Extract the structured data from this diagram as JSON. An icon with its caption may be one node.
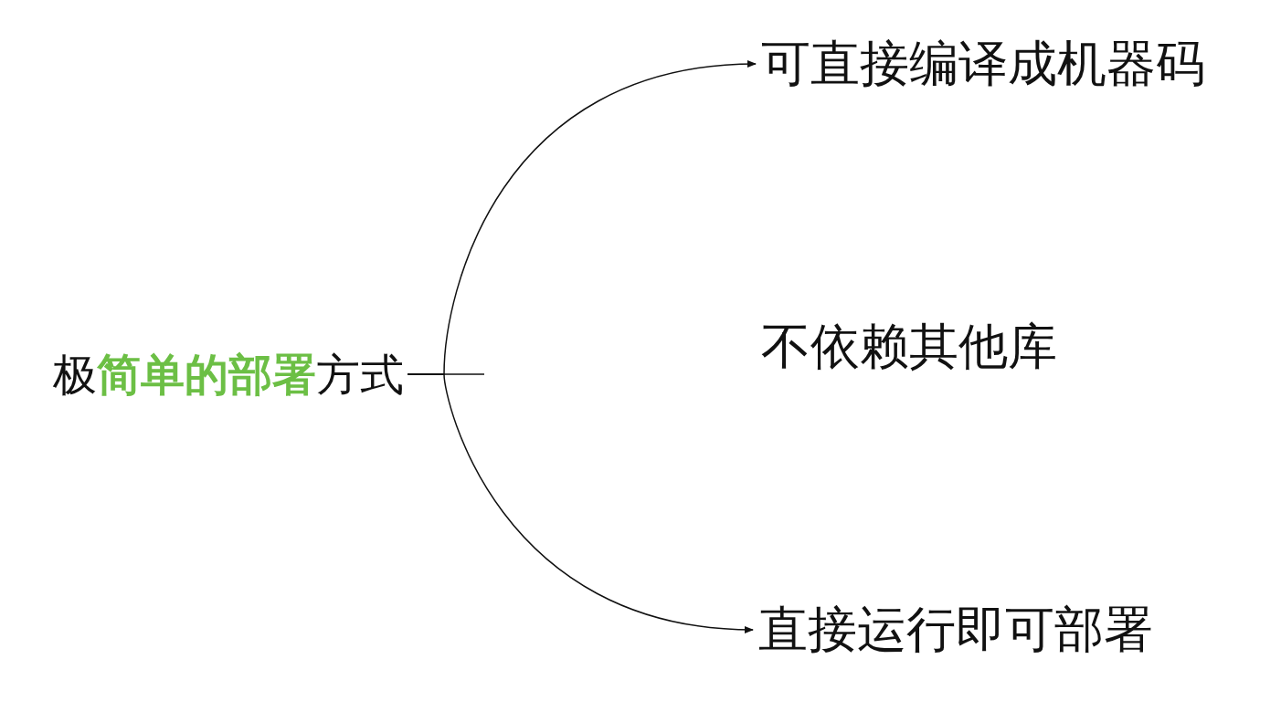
{
  "diagram": {
    "nodes": [
      {
        "text": [
          "极**简单的部署**方式"
        ]
      },
      {
        "text": [
          "可直接编译成机器码"
        ]
      },
      {
        "text": [
          "不依赖其他库"
        ]
      },
      {
        "text": [
          "直接运行即可部署"
        ]
      }
    ],
    "edges": [
      {
        "from": 0,
        "to": 1,
        "arrow": "to"
      },
      {
        "from": 0,
        "to": 3,
        "arrow": "to"
      }
    ]
  }
}
